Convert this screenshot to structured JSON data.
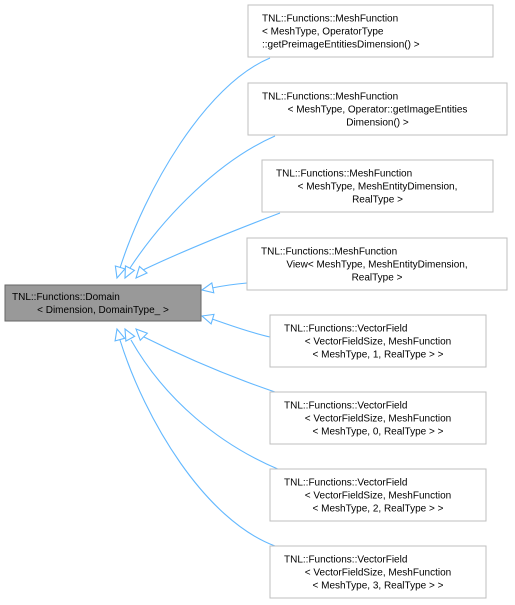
{
  "colors": {
    "base_fill": "#999999",
    "base_border": "#666666",
    "derived_fill": "#ffffff",
    "derived_border": "#bfbfbf",
    "edge": "#63b8ff",
    "text": "#000000"
  },
  "base": {
    "lines": [
      "TNL::Functions::Domain",
      "< Dimension, DomainType_ >"
    ]
  },
  "derived": [
    {
      "lines": [
        "TNL::Functions::MeshFunction",
        "< MeshType, OperatorType",
        "::getPreimageEntitiesDimension() >"
      ]
    },
    {
      "lines": [
        "TNL::Functions::MeshFunction",
        "< MeshType, Operator::getImageEntities",
        "Dimension() >"
      ]
    },
    {
      "lines": [
        "TNL::Functions::MeshFunction",
        "< MeshType, MeshEntityDimension,",
        "RealType >"
      ]
    },
    {
      "lines": [
        "TNL::Functions::MeshFunction",
        "View< MeshType, MeshEntityDimension,",
        "RealType >"
      ]
    },
    {
      "lines": [
        "TNL::Functions::VectorField",
        "< VectorFieldSize, MeshFunction",
        "< MeshType, 1, RealType > >"
      ]
    },
    {
      "lines": [
        "TNL::Functions::VectorField",
        "< VectorFieldSize, MeshFunction",
        "< MeshType, 0, RealType > >"
      ]
    },
    {
      "lines": [
        "TNL::Functions::VectorField",
        "< VectorFieldSize, MeshFunction",
        "< MeshType, 2, RealType > >"
      ]
    },
    {
      "lines": [
        "TNL::Functions::VectorField",
        "< VectorFieldSize, MeshFunction",
        "< MeshType, 3, RealType > >"
      ]
    }
  ]
}
